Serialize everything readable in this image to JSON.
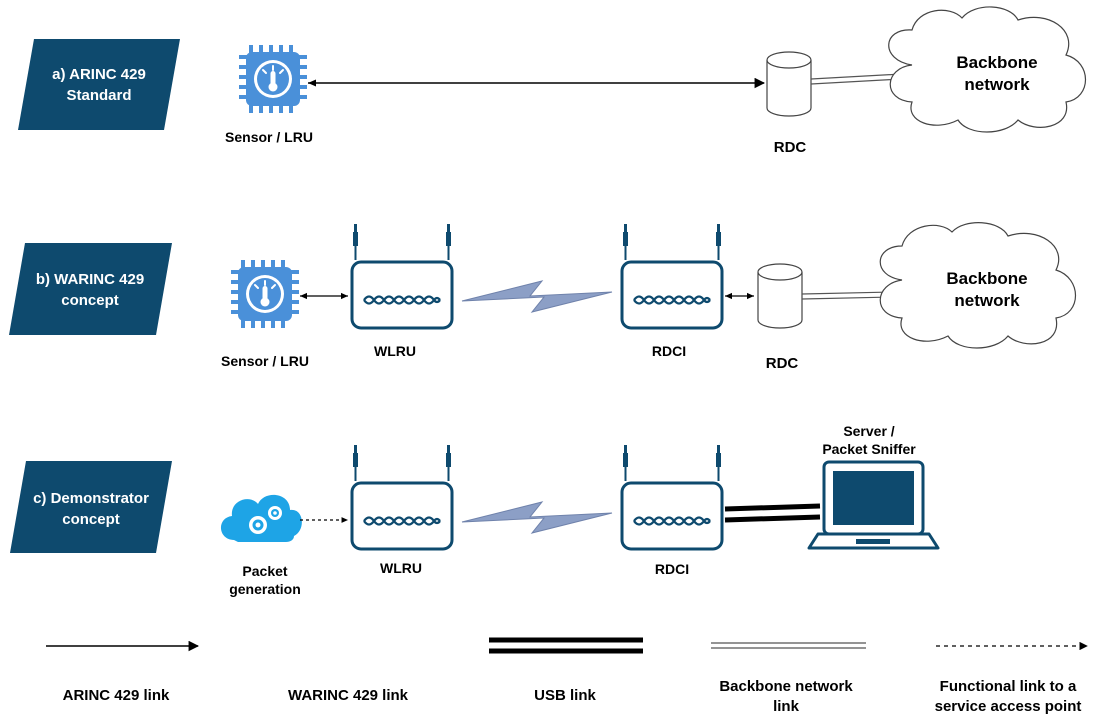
{
  "rows": [
    {
      "label_lines": [
        "a) ARINC 429",
        "Standard"
      ]
    },
    {
      "label_lines": [
        "b) WARINC 429",
        "concept"
      ]
    },
    {
      "label_lines": [
        "c) Demonstrator",
        "concept"
      ]
    }
  ],
  "nodes": {
    "sensor_a": [
      "Sensor / LRU"
    ],
    "rdc_a": [
      "RDC"
    ],
    "backbone_a": [
      "Backbone",
      "network"
    ],
    "sensor_b": [
      "Sensor / LRU"
    ],
    "wlru_b": [
      "WLRU"
    ],
    "rdci_b": [
      "RDCI"
    ],
    "rdc_b": [
      "RDC"
    ],
    "backbone_b": [
      "Backbone",
      "network"
    ],
    "packet_c": [
      "Packet",
      "generation"
    ],
    "wlru_c": [
      "WLRU"
    ],
    "rdci_c": [
      "RDCI"
    ],
    "server_c": [
      "Server /",
      "Packet Sniffer"
    ]
  },
  "legend": {
    "arinc": [
      "ARINC 429 link"
    ],
    "warinc": [
      "WARINC 429 link"
    ],
    "usb": [
      "USB link"
    ],
    "backbone": [
      "Backbone network",
      "link"
    ],
    "functional": [
      "Functional link to a",
      "service access point"
    ]
  },
  "colors": {
    "label_box": "#0e4a6e",
    "device": "#0e4a6e",
    "chip": "#4a90d9",
    "wireless": "#8c9fc6"
  },
  "icons": {
    "sensor": "sensor-chip-icon",
    "router": "wireless-router-icon",
    "rdc": "database-cylinder-icon",
    "cloud": "cloud-icon",
    "laptop": "laptop-icon",
    "gears": "gears-cloud-icon"
  }
}
